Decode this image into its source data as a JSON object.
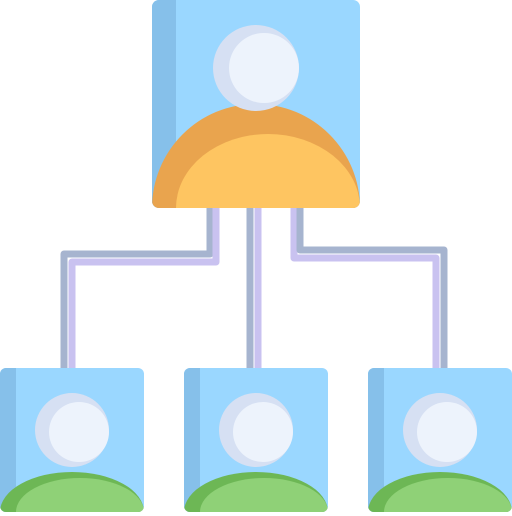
{
  "diagram": {
    "type": "org-chart",
    "root": {
      "node": "avatar-card",
      "body_color": "#fec561",
      "body_shade_color": "#e9a44e"
    },
    "children": [
      {
        "node": "avatar-card",
        "body_color": "#8fd177",
        "body_shade_color": "#6db755"
      },
      {
        "node": "avatar-card",
        "body_color": "#8fd177",
        "body_shade_color": "#6db755"
      },
      {
        "node": "avatar-card",
        "body_color": "#8fd177",
        "body_shade_color": "#6db755"
      }
    ],
    "colors": {
      "card_fill": "#9ad7ff",
      "card_edge": "#86c0ea",
      "head_fill": "#edf3fc",
      "head_shade": "#d6e0f3",
      "connector_main": "#c9c2f0",
      "connector_shade": "#a6b4cf"
    }
  }
}
